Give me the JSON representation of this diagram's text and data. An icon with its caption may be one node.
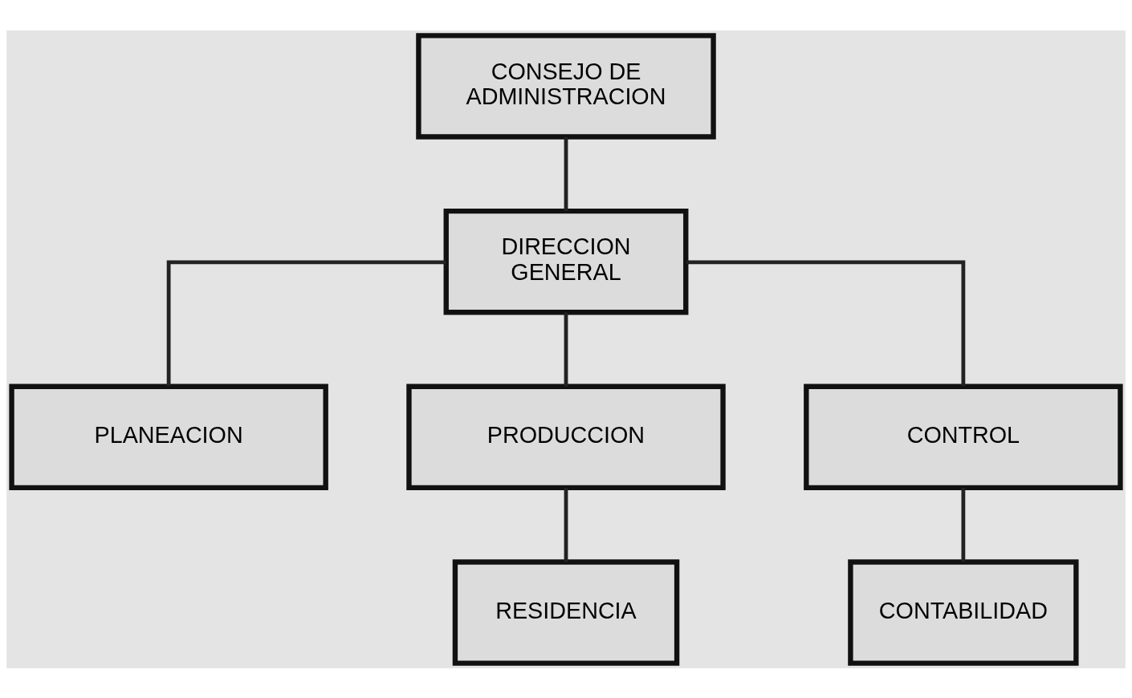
{
  "diagram": {
    "nodes": [
      {
        "text": [
          "CONSEJO DE ADMINISTRACION"
        ]
      },
      {
        "text": [
          "DIRECCION GENERAL"
        ]
      },
      {
        "text": [
          "PLANEACION"
        ]
      },
      {
        "text": [
          "PRODUCCION"
        ]
      },
      {
        "text": [
          "CONTROL"
        ]
      },
      {
        "text": [
          "RESIDENCIA"
        ]
      },
      {
        "text": [
          "CONTABILIDAD"
        ]
      }
    ],
    "edges": [
      {
        "from": 0,
        "to": 1,
        "arrow": "none"
      },
      {
        "from": 1,
        "to": 2,
        "arrow": "none"
      },
      {
        "from": 1,
        "to": 3,
        "arrow": "none"
      },
      {
        "from": 1,
        "to": 4,
        "arrow": "none"
      },
      {
        "from": 3,
        "to": 5,
        "arrow": "none"
      },
      {
        "from": 4,
        "to": 6,
        "arrow": "none"
      }
    ]
  }
}
